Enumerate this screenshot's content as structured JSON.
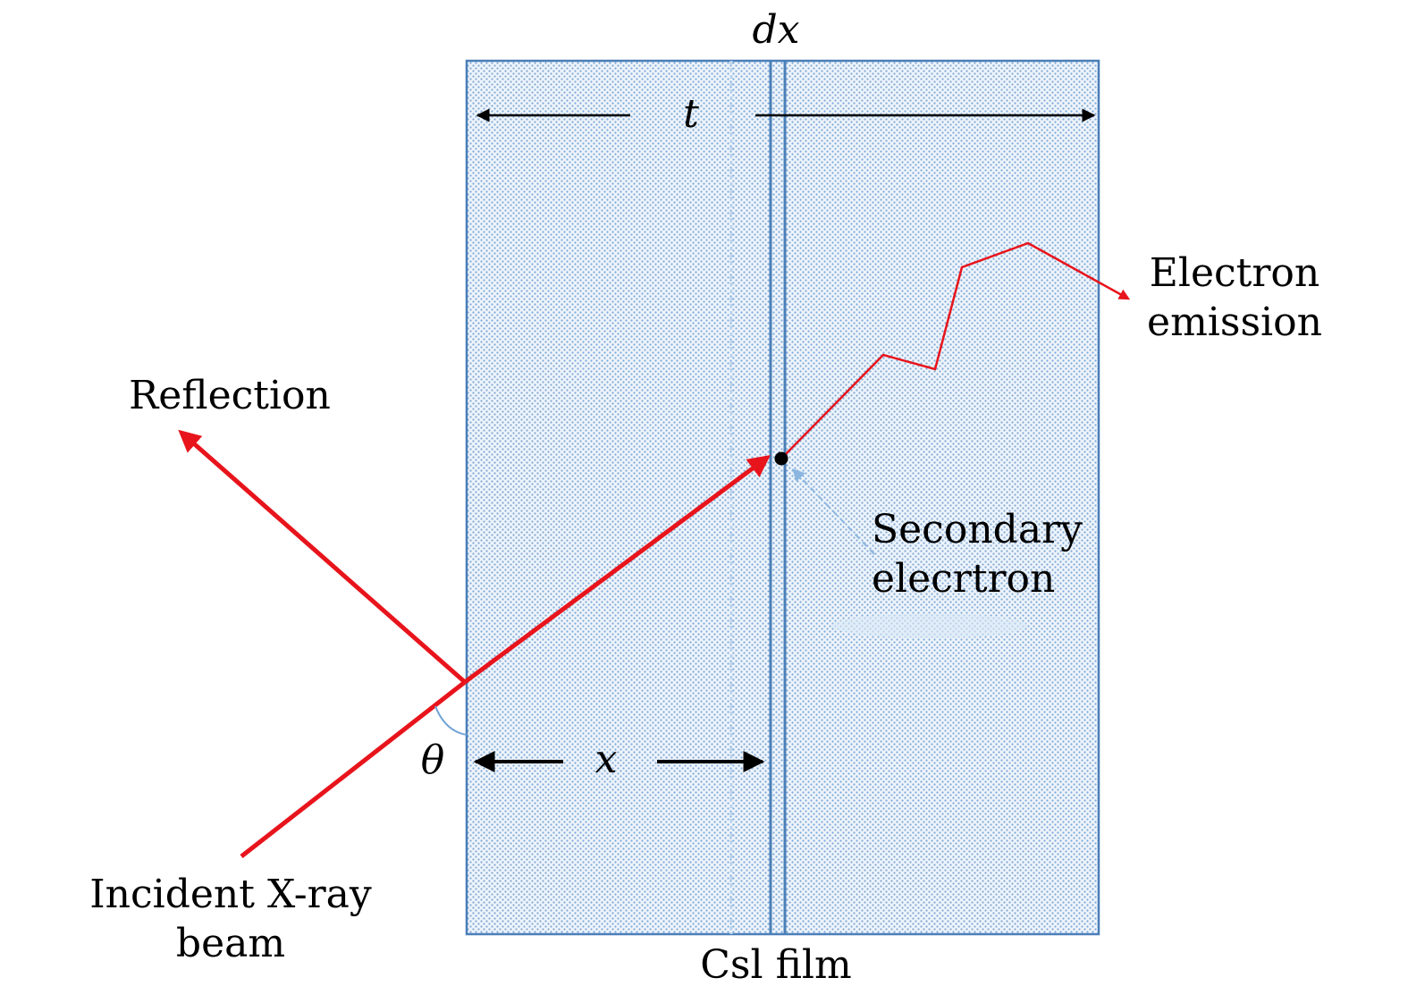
{
  "labels": {
    "dx": "dx",
    "t": "t",
    "x": "x",
    "theta": "θ",
    "reflection": "Reflection",
    "electron_emission_line1": "Electron",
    "electron_emission_line2": "emission",
    "secondary_line1": "Secondary",
    "secondary_line2": "elecrtron",
    "incident_line1": "Incident X-ray",
    "incident_line2": "beam",
    "film": "Csl film"
  },
  "colors": {
    "film_fill": "#eef4fb",
    "film_dots": "#7fa9d6",
    "film_border": "#4a7fb8",
    "beam": "#e8141c",
    "arrow_black": "#000000",
    "secondary_arrow": "#8ab6e0"
  }
}
